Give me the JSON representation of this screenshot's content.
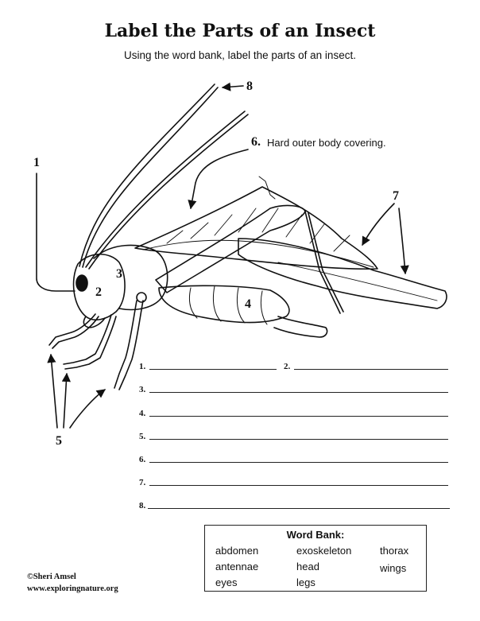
{
  "title": "Label the Parts of an Insect",
  "subtitle": "Using the word bank, label the parts of an insect.",
  "callouts": {
    "n1": "1",
    "n2": "2",
    "n3": "3",
    "n4": "4",
    "n5": "5",
    "n6": "6.",
    "n6_text": "Hard outer body covering.",
    "n7": "7",
    "n8": "8"
  },
  "answers": {
    "a1": "1.",
    "a2": "2.",
    "a3": "3.",
    "a4": "4.",
    "a5": "5.",
    "a6": "6.",
    "a7": "7.",
    "a8": "8."
  },
  "word_bank": {
    "title": "Word Bank:",
    "words": [
      "abdomen",
      "antennae",
      "eyes",
      "exoskeleton",
      "head",
      "legs",
      "thorax",
      "wings"
    ]
  },
  "credit": {
    "author": "©Sheri Amsel",
    "site": "www.exploringnature.org"
  }
}
